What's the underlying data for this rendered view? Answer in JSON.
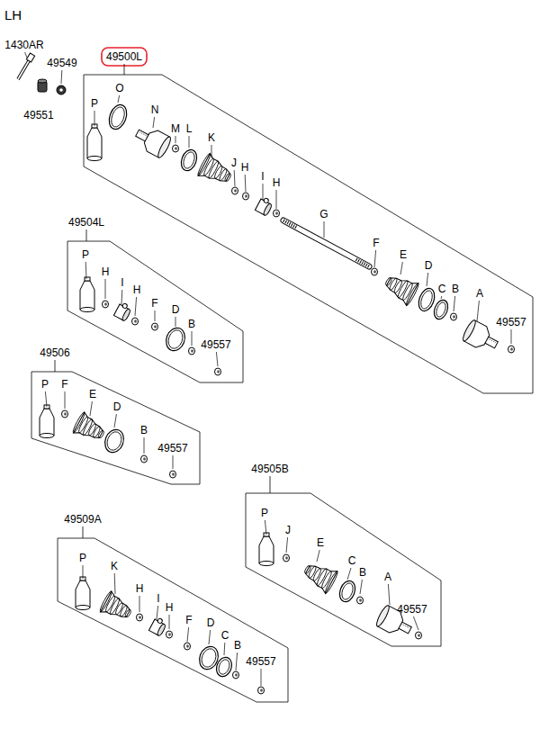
{
  "diagram": {
    "title": "LH",
    "nodes": [
      {
        "text": [
          "49500L"
        ]
      },
      {
        "text": [
          "49504L"
        ]
      },
      {
        "text": [
          "49506"
        ]
      },
      {
        "text": [
          "49505B"
        ]
      },
      {
        "text": [
          "49509A"
        ]
      }
    ],
    "labels": [
      "1430AR",
      "49549",
      "49551",
      "P",
      "O",
      "N",
      "M",
      "L",
      "K",
      "J",
      "H",
      "I",
      "H",
      "G",
      "F",
      "E",
      "D",
      "C",
      "B",
      "A",
      "49557",
      "P",
      "H",
      "I",
      "H",
      "F",
      "D",
      "B",
      "49557",
      "P",
      "F",
      "E",
      "D",
      "B",
      "49557",
      "P",
      "J",
      "E",
      "C",
      "B",
      "A",
      "49557",
      "P",
      "K",
      "H",
      "I",
      "H",
      "F",
      "D",
      "C",
      "B",
      "49557"
    ]
  }
}
